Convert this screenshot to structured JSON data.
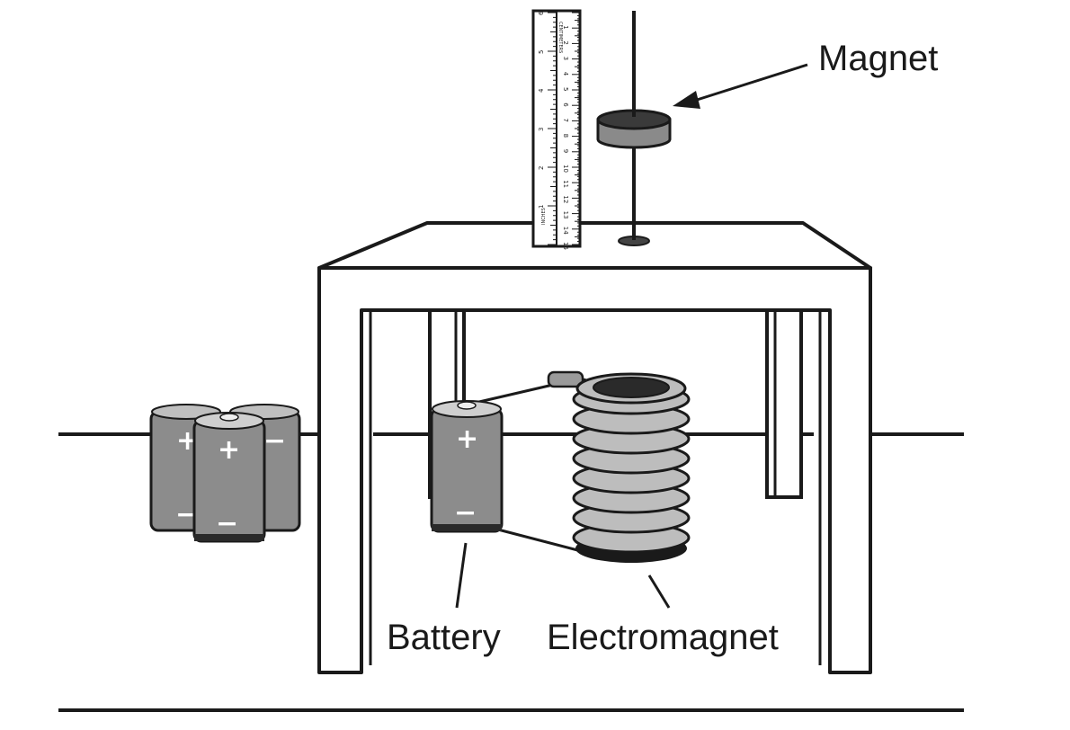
{
  "labels": {
    "magnet": "Magnet",
    "battery": "Battery",
    "electromagnet": "Electromagnet"
  },
  "battery_signs": {
    "plus": "+",
    "minus": "−"
  },
  "ruler": {
    "inches_label": "INCHES",
    "centimeters_label": "CENTIMETERS",
    "inch_numbers": [
      "1",
      "2",
      "3",
      "4",
      "5",
      "6"
    ],
    "cm_numbers": [
      "1",
      "2",
      "3",
      "4",
      "5",
      "6",
      "7",
      "8",
      "9",
      "10",
      "11",
      "12",
      "13",
      "14",
      "15"
    ]
  },
  "colors": {
    "battery_body": "#8c8c8c",
    "battery_dark": "#5a5a5a",
    "coil": "#bdbdbd",
    "magnet": "#8a8a8a",
    "outline": "#1a1a1a"
  }
}
